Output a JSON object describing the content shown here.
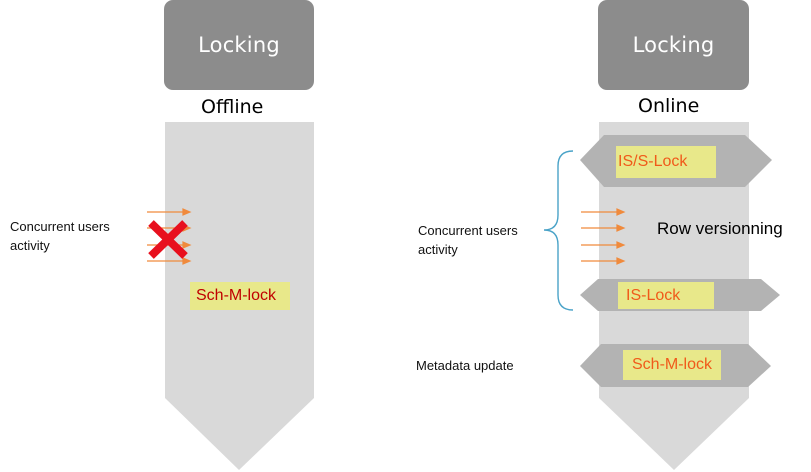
{
  "colors": {
    "locking_box": "#8c8c8c",
    "column": "#d9d9d9",
    "band": "#b3b3b3",
    "lock_tag_bg": "#e8e88a",
    "sch_m_lock_text_offline": "#c00000",
    "lock_text_online": "#f05a1a",
    "arrow": "#f08a3c",
    "cross": "#e8101e",
    "brace": "#4aa3c8"
  },
  "offline": {
    "header": "Locking",
    "mode": "Offline",
    "activity_label": "Concurrent users activity",
    "lock": "Sch-M-lock",
    "blocked_icon": "x-icon"
  },
  "online": {
    "header": "Locking",
    "mode": "Online",
    "activity_label": "Concurrent users activity",
    "locks": [
      "IS/S-Lock",
      "IS-Lock",
      "Sch-M-lock"
    ],
    "row_versioning": "Row versionning",
    "metadata_label": "Metadata update"
  }
}
